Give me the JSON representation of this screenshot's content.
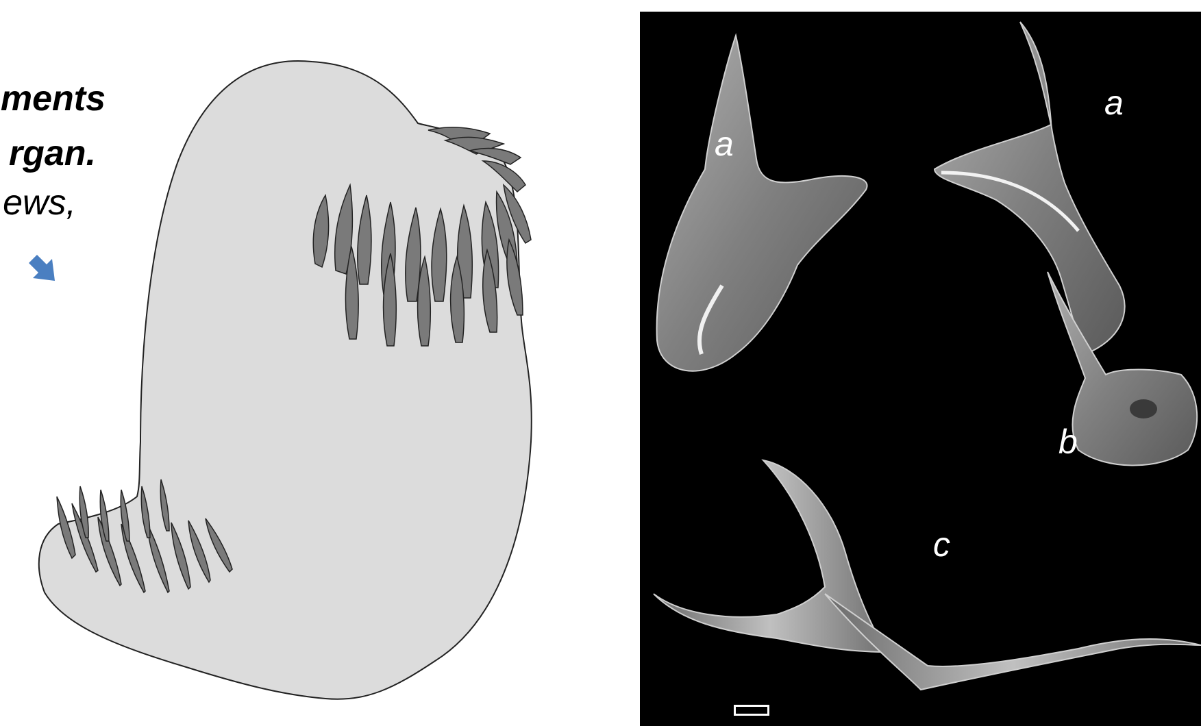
{
  "caption": {
    "line1": "ments",
    "line2": "rgan.",
    "line3": "ews,"
  },
  "photo_labels": {
    "a_left": "a",
    "a_right": "a",
    "b": "b",
    "c": "c"
  },
  "colors": {
    "arrow": "#4a7fc1",
    "body_fill": "#dcdcdc",
    "tooth_fill": "#7a7a7a",
    "photo_background": "#000000",
    "element_gray": "#8c8c8c"
  },
  "icons": {
    "pointer": "down-right-arrow-icon"
  }
}
